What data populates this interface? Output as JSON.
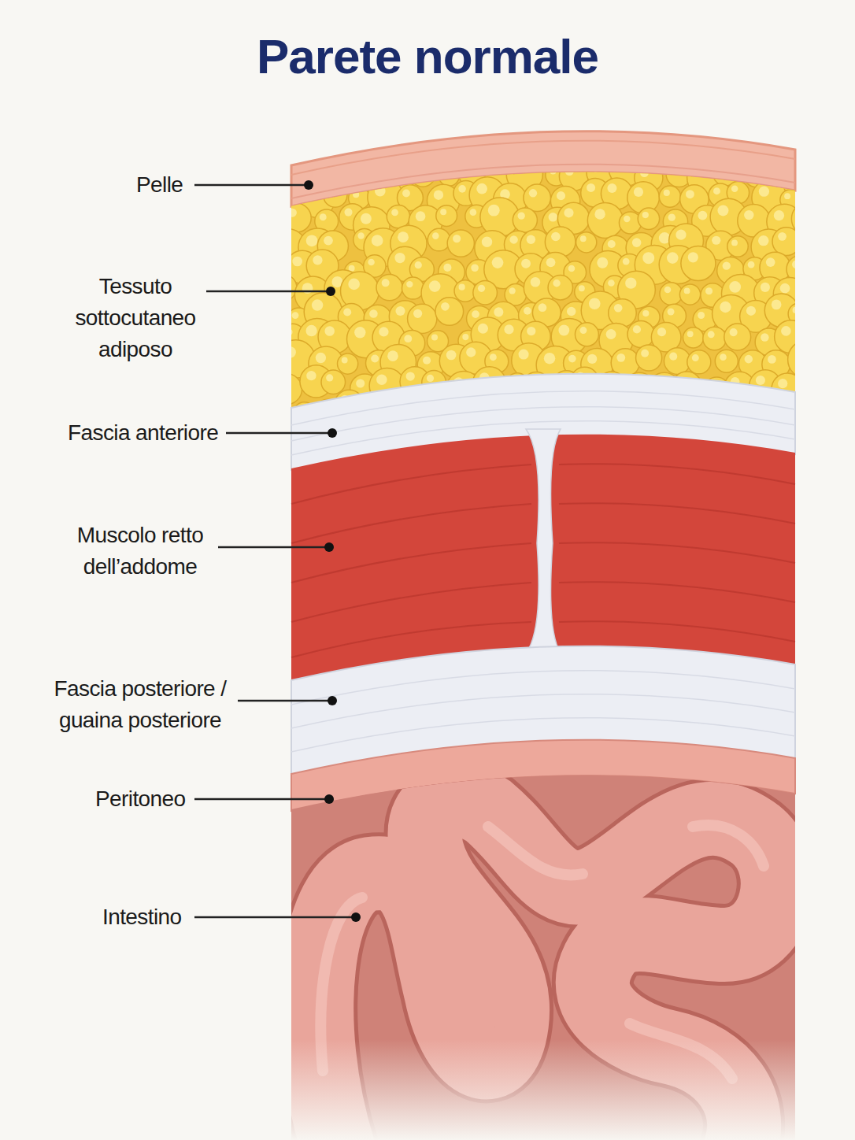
{
  "diagram": {
    "title": "Parete normale",
    "labels": [
      "Pelle",
      "Tessuto sottocutaneo adiposo",
      "Fascia anteriore",
      "Muscolo retto dell’addome",
      "Fascia posteriore / guaina posteriore",
      "Peritoneo",
      "Intestino"
    ]
  }
}
